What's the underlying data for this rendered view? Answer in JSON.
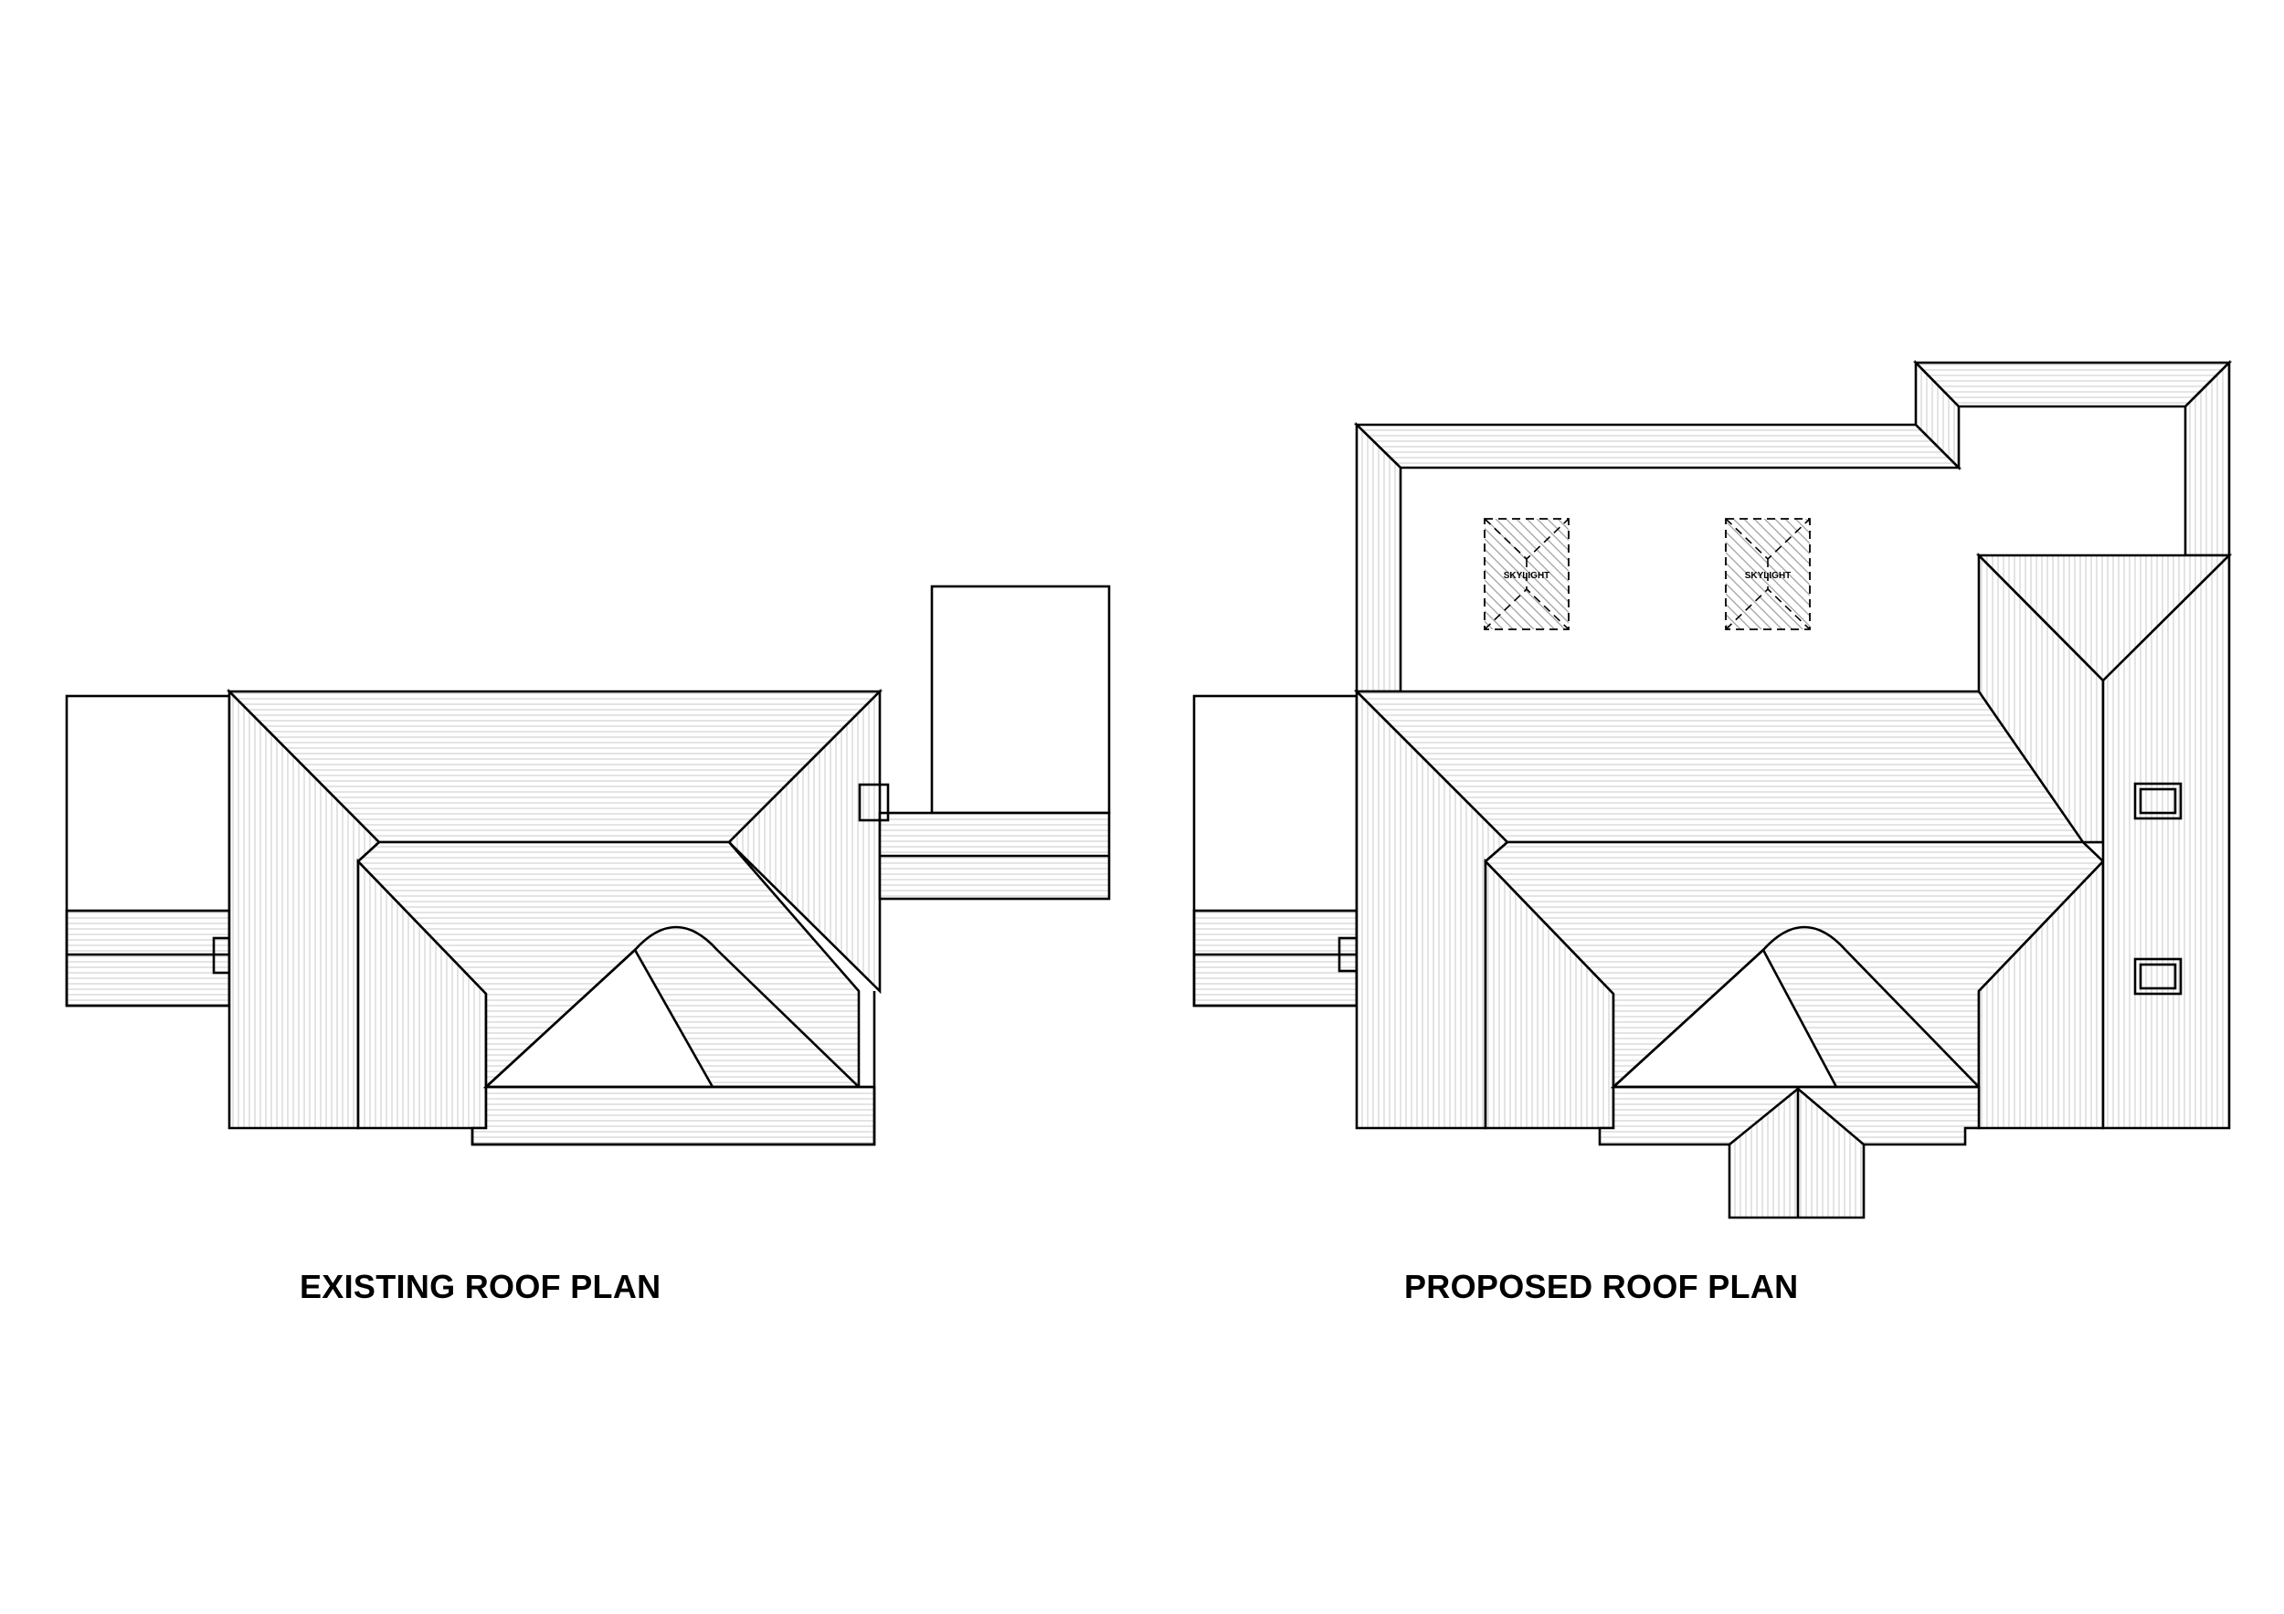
{
  "labels": {
    "existing": "EXISTING ROOF PLAN",
    "proposed": "PROPOSED ROOF PLAN",
    "skylight": "SKYLIGHT"
  },
  "colors": {
    "line": "#000000",
    "background": "#ffffff",
    "hatch": "#c8c8c8"
  }
}
